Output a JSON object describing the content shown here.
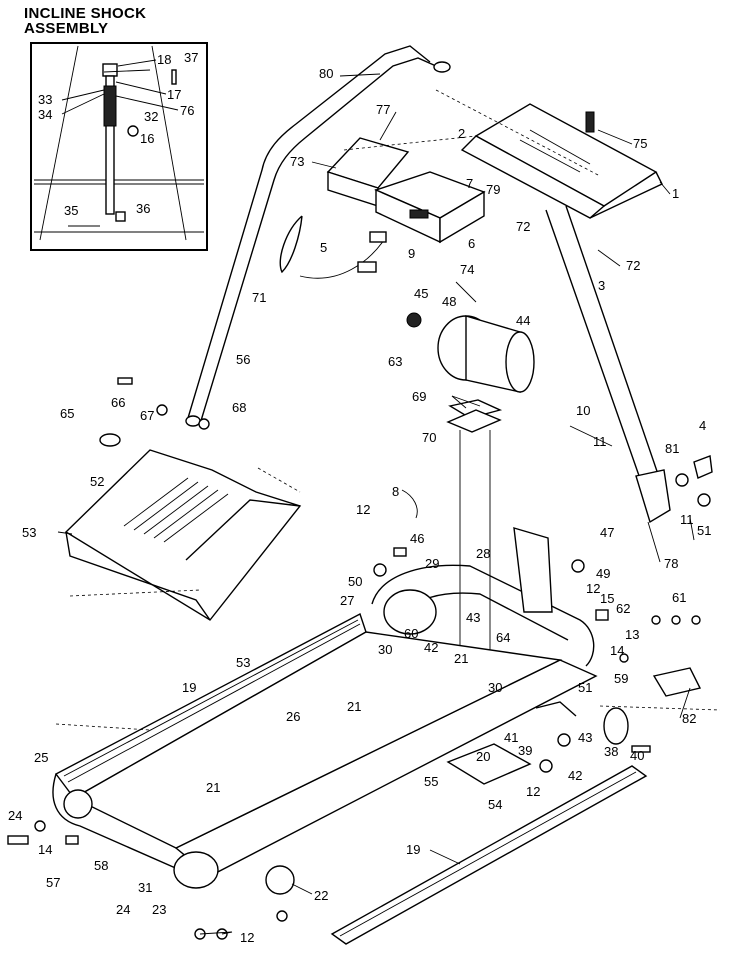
{
  "inset": {
    "title_line1": "INCLINE SHOCK",
    "title_line2": "ASSEMBLY"
  },
  "callouts": [
    "18",
    "37",
    "17",
    "33",
    "34",
    "76",
    "32",
    "16",
    "35",
    "36",
    "80",
    "77",
    "73",
    "2",
    "75",
    "1",
    "7",
    "79",
    "72",
    "6",
    "5",
    "74",
    "9",
    "48",
    "72",
    "71",
    "45",
    "44",
    "63",
    "3",
    "56",
    "66",
    "67",
    "68",
    "69",
    "70",
    "65",
    "10",
    "11",
    "81",
    "4",
    "51",
    "11",
    "52",
    "8",
    "12",
    "47",
    "78",
    "53",
    "53",
    "46",
    "29",
    "28",
    "49",
    "12",
    "15",
    "62",
    "50",
    "27",
    "60",
    "43",
    "64",
    "42",
    "21",
    "30",
    "30",
    "61",
    "13",
    "14",
    "59",
    "82",
    "51",
    "19",
    "26",
    "21",
    "41",
    "39",
    "43",
    "42",
    "38",
    "40",
    "25",
    "20",
    "55",
    "54",
    "12",
    "24",
    "14",
    "21",
    "57",
    "58",
    "19",
    "31",
    "24",
    "23",
    "22",
    "12"
  ]
}
